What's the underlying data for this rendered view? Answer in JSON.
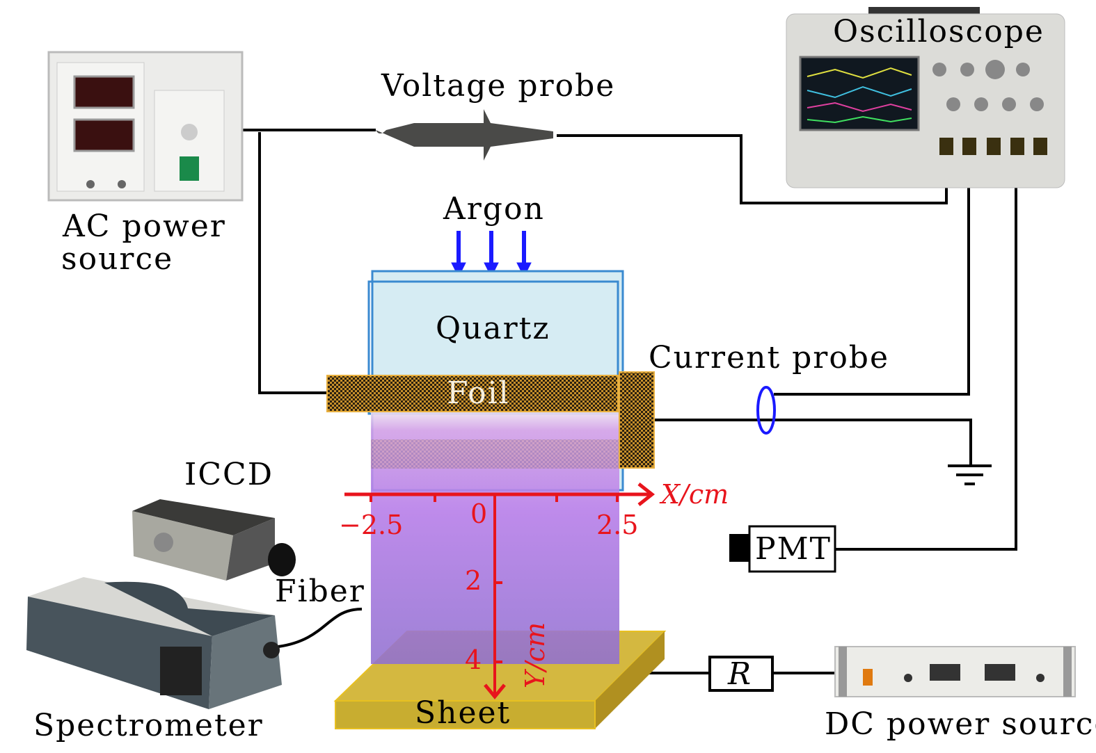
{
  "labels": {
    "oscilloscope": "Oscilloscope",
    "voltage_probe": "Voltage probe",
    "ac_power_line1": "AC power",
    "ac_power_line2": "source",
    "argon": "Argon",
    "quartz": "Quartz",
    "foil": "Foil",
    "current_probe": "Current probe",
    "iccd": "ICCD",
    "fiber": "Fiber",
    "spectrometer": "Spectrometer",
    "pmt": "PMT",
    "resistor": "R",
    "sheet": "Sheet",
    "dc_power": "DC power source"
  },
  "axes": {
    "x_label": "X/cm",
    "y_label": "Y/cm",
    "x_ticks": [
      "−2.5",
      "0",
      "2.5"
    ],
    "y_ticks": [
      "2",
      "4"
    ]
  },
  "colors": {
    "axis": "#e8141c",
    "gas_arrows": "#1a1aff",
    "quartz": "#d6ecf3",
    "foil": "#c8902a",
    "plasma": "#b57be8",
    "sheet": "#d4b840",
    "current_probe_ring": "#1a1aff"
  }
}
